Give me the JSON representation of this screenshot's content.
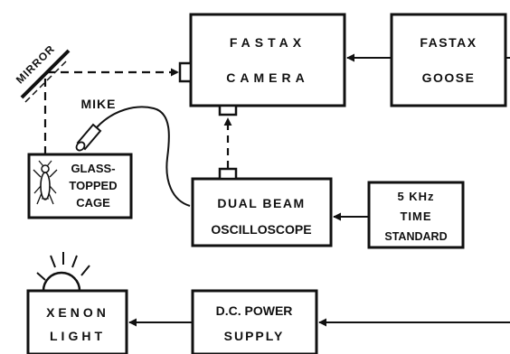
{
  "diagram": {
    "mirror_label": "MIRROR",
    "mike_label": "MIKE",
    "camera": {
      "line1": "FASTAX",
      "line2": "CAMERA"
    },
    "goose": {
      "line1": "FASTAX",
      "line2": "GOOSE"
    },
    "cage": {
      "line1": "GLASS-",
      "line2": "TOPPED",
      "line3": "CAGE"
    },
    "oscilloscope": {
      "line1": "DUAL BEAM",
      "line2": "OSCILLOSCOPE"
    },
    "time_standard": {
      "line1": "5 KHz",
      "line2": "TIME",
      "line3": "STANDARD"
    },
    "xenon": {
      "line1": "XENON",
      "line2": "LIGHT"
    },
    "power_supply": {
      "line1": "D.C. POWER",
      "line2": "SUPPLY"
    }
  },
  "colors": {
    "ink": "#111111",
    "background": "#ffffff"
  },
  "icons": [
    "fly-icon",
    "lamp-rays-icon",
    "microphone-icon"
  ]
}
